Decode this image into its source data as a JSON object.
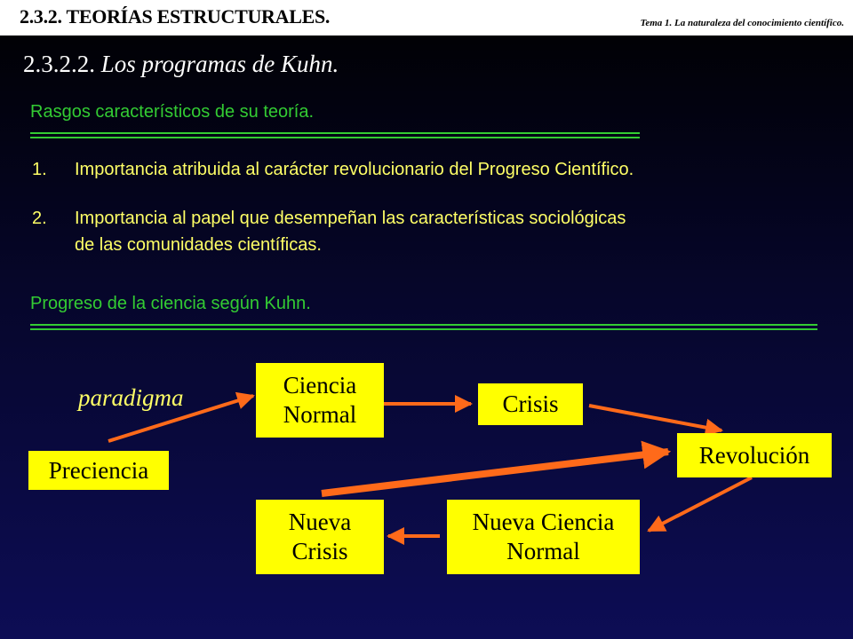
{
  "header": {
    "title": "2.3.2. TEORÍAS ESTRUCTURALES.",
    "subtitle": "Tema 1.  La naturaleza del conocimiento científico."
  },
  "section": {
    "number": "2.3.2.2.",
    "title": "Los programas de Kuhn."
  },
  "features": {
    "heading": "Rasgos característicos de su teoría.",
    "items": [
      {
        "number": "1.",
        "lines": [
          "Importancia atribuida al carácter revolucionario del Progreso Científico."
        ]
      },
      {
        "number": "2.",
        "lines": [
          "Importancia al papel que desempeñan las características sociológicas",
          "de las comunidades científicas."
        ]
      }
    ]
  },
  "progress": {
    "heading": "Progreso de la ciencia según Kuhn.",
    "edge_label": "paradigma",
    "nodes": {
      "preciencia": "Preciencia",
      "ciencia_normal": [
        "Ciencia",
        "Normal"
      ],
      "crisis": "Crisis",
      "revolucion": "Revolución",
      "nueva_ciencia_normal": [
        "Nueva Ciencia",
        "Normal"
      ],
      "nueva_crisis": [
        "Nueva",
        "Crisis"
      ]
    }
  },
  "colors": {
    "background": "#0d0d55",
    "accent_green": "#33cc33",
    "text_yellow": "#ffff66",
    "box_yellow": "#ffff00",
    "arrow_orange": "#ff6a1a"
  }
}
